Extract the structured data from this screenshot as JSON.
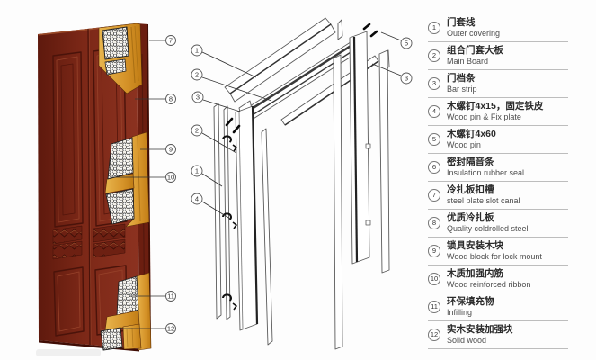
{
  "legend": {
    "items": [
      {
        "num": "1",
        "zh": "门套线",
        "en": "Outer covering"
      },
      {
        "num": "2",
        "zh": "组合门套大板",
        "en": "Main Board"
      },
      {
        "num": "3",
        "zh": "门档条",
        "en": "Bar strip"
      },
      {
        "num": "4",
        "zh": "木螺钉4x15，固定铁皮",
        "en": "Wood pin & Fix plate"
      },
      {
        "num": "5",
        "zh": "木螺钉4x60",
        "en": "Wood pin"
      },
      {
        "num": "6",
        "zh": "密封隔音条",
        "en": "Insulation rubber seal"
      },
      {
        "num": "7",
        "zh": "冷扎板扣槽",
        "en": "steel plate slot canal"
      },
      {
        "num": "8",
        "zh": "优质冷扎板",
        "en": "Quality coldrolled steel"
      },
      {
        "num": "9",
        "zh": "锁具安装木块",
        "en": "Wood block for lock mount"
      },
      {
        "num": "10",
        "zh": "木质加强内筋",
        "en": "Wood reinforced ribbon"
      },
      {
        "num": "11",
        "zh": "环保填充物",
        "en": "Infilling"
      },
      {
        "num": "12",
        "zh": "实木安装加强块",
        "en": "Solid wood"
      }
    ]
  },
  "callouts": {
    "door": [
      "7",
      "8",
      "9",
      "10",
      "11",
      "12"
    ],
    "frame": [
      "1",
      "2",
      "3",
      "2",
      "1",
      "4",
      "5",
      "3"
    ]
  },
  "colors": {
    "door_face": "#7c2817",
    "door_side": "#6b1e10",
    "wood": "#d9982c",
    "honeycomb_bg": "#f4f1e9",
    "line": "#5a5a5a"
  }
}
